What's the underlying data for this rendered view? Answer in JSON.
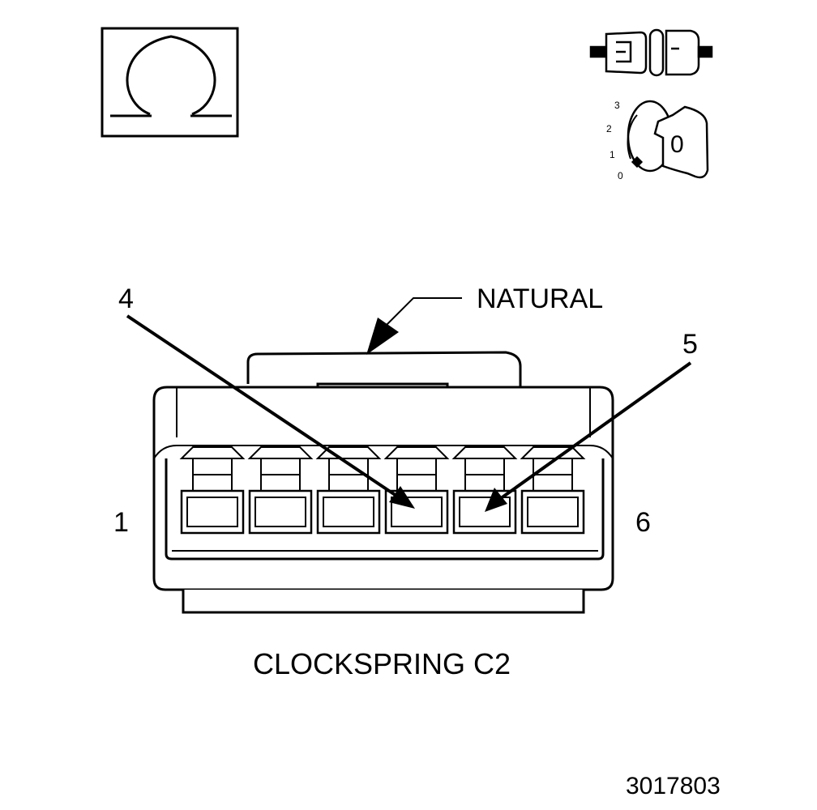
{
  "callout_label": "NATURAL",
  "pin_labels": {
    "left_end": "1",
    "right_end": "6",
    "arrow_a": "4",
    "arrow_b": "5"
  },
  "connector_title": "CLOCKSPRING C2",
  "figure_number": "3017803",
  "ignition_key": {
    "positions": [
      "3",
      "2",
      "1",
      "0"
    ],
    "key_position": "0"
  },
  "icons": {
    "resistance": "ohm-symbol-icon",
    "connector_disconnected": "connector-disconnected-icon",
    "ignition": "ignition-key-icon"
  },
  "colors": {
    "line": "#000000",
    "background": "#ffffff",
    "light_fill": "#eeeeee"
  }
}
